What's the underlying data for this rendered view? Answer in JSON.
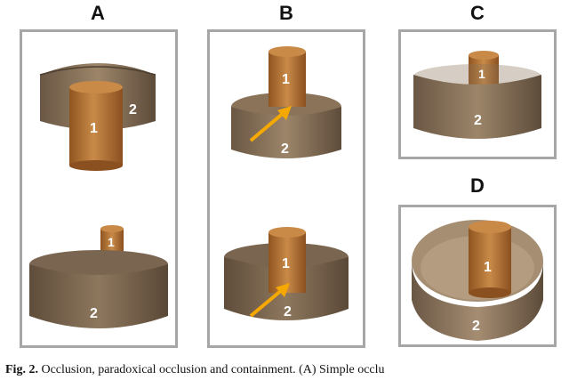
{
  "panels": {
    "a": {
      "letter": "A"
    },
    "b": {
      "letter": "B"
    },
    "c": {
      "letter": "C"
    },
    "d": {
      "letter": "D"
    }
  },
  "object_labels": {
    "cylinder": "1",
    "container": "2"
  },
  "colors": {
    "wood_dark": "#6e5a45",
    "wood_light": "#a58d72",
    "cylinder": "#b8722e",
    "cylinder_top": "#c98a48",
    "arrow": "#f5a800",
    "frame": "#a6a6a6"
  },
  "caption": {
    "prefix": "Fig. 2.",
    "text": " Occlusion, paradoxical occlusion and containment. (A) Simple occlu"
  }
}
